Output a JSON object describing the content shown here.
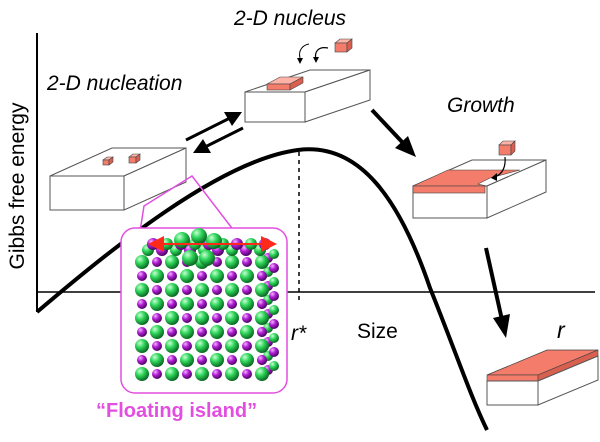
{
  "labels": {
    "y_axis": "Gibbs free energy",
    "x_axis": "Size",
    "r_star": "r*",
    "r": "r",
    "nucleus": "2-D nucleus",
    "nucleation": "2-D nucleation",
    "growth": "Growth",
    "floating_island": "“Floating island”"
  },
  "colors": {
    "slab": "#f47c6a",
    "magenta": "#e24fe0",
    "green": "#2fd65a",
    "purple": "#b21fd6",
    "arrow_red": "#ff2a1a"
  }
}
